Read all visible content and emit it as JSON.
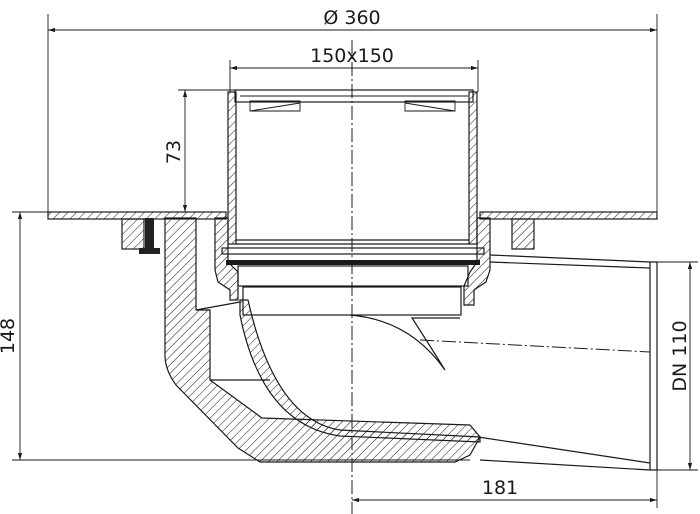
{
  "drawing": {
    "dimensions": {
      "flange_diameter": "Ø 360",
      "grate_size": "150x150",
      "grate_height": "73",
      "total_height": "148",
      "outlet_size": "DN 110",
      "outlet_length": "181"
    },
    "colors": {
      "line": "#1a1a1a",
      "background": "#ffffff"
    }
  }
}
